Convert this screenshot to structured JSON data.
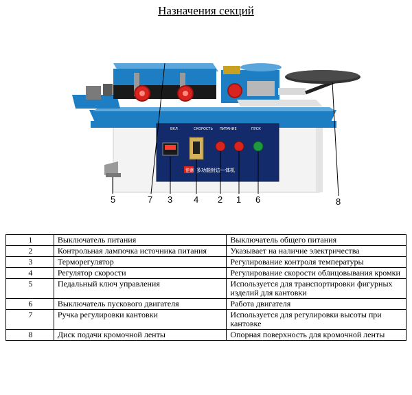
{
  "title": "Назначения секций",
  "figure": {
    "callouts": [
      "5",
      "7",
      "3",
      "4",
      "2",
      "1",
      "6",
      "8"
    ],
    "panel": {
      "top_labels": [
        "ВКЛ",
        "СКОРОСТЬ",
        "ПИТАНИЕ",
        "ПУСК"
      ],
      "brand_text": "多功能封边一体机",
      "badge": "佳德"
    },
    "colors": {
      "machine_blue": "#1d7ec4",
      "dark_blue": "#125a9a",
      "panel_navy": "#132b6b",
      "red_knob": "#d9231f",
      "green_button": "#1d9a3e",
      "disc": "#333333",
      "body_white": "#f3f3f3"
    }
  },
  "table": {
    "rows": [
      {
        "num": "1",
        "name": "Выключатель питания",
        "func": "Выключатель общего питания"
      },
      {
        "num": "2",
        "name": "Контрольная лампочка источника питания",
        "func": "Указывает на наличие электричества"
      },
      {
        "num": "3",
        "name": "Терморегулятор",
        "func": "Регулирование контроля температуры"
      },
      {
        "num": "4",
        "name": "Регулятор скорости",
        "func": "Регулирование скорости облицовывания кромки"
      },
      {
        "num": "5",
        "name": "Педальный ключ управления",
        "func": "Используется для транспортировки фигурных изделий для кантовки"
      },
      {
        "num": "6",
        "name": "Выключатель пускового двигателя",
        "func": "Работа двигателя"
      },
      {
        "num": "7",
        "name": "Ручка регулировки кантовки",
        "func": "Используется для регулировки высоты при кантовке"
      },
      {
        "num": "8",
        "name": "Диск подачи кромочной ленты",
        "func": "Опорная поверхность для кромочной ленты"
      }
    ]
  }
}
